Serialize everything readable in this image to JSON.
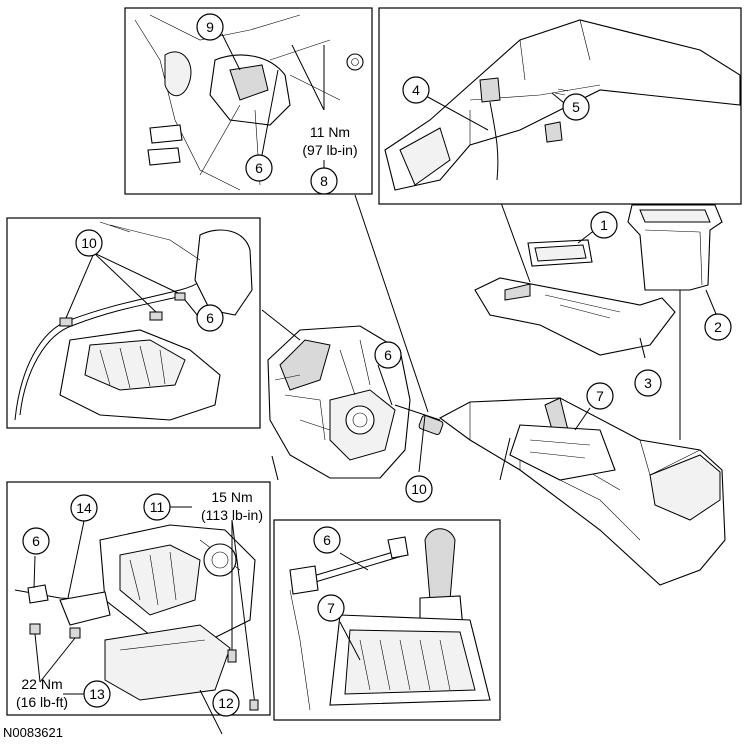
{
  "document_id": "N0083621",
  "callouts": {
    "c1": "1",
    "c2": "2",
    "c3": "3",
    "c4": "4",
    "c5": "5",
    "c6a": "6",
    "c6b": "6",
    "c6c": "6",
    "c6d": "6",
    "c6e": "6",
    "c7a": "7",
    "c7b": "7",
    "c8": "8",
    "c9": "9",
    "c10a": "10",
    "c10b": "10",
    "c11": "11",
    "c12": "12",
    "c13": "13",
    "c14": "14"
  },
  "torque_specs": {
    "spec_8": {
      "line1": "11 Nm",
      "line2": "(97 lb-in)"
    },
    "spec_11": {
      "line1": "15 Nm",
      "line2": "(113 lb-in)"
    },
    "spec_13": {
      "line1": "22 Nm",
      "line2": "(16 lb-ft)"
    }
  }
}
